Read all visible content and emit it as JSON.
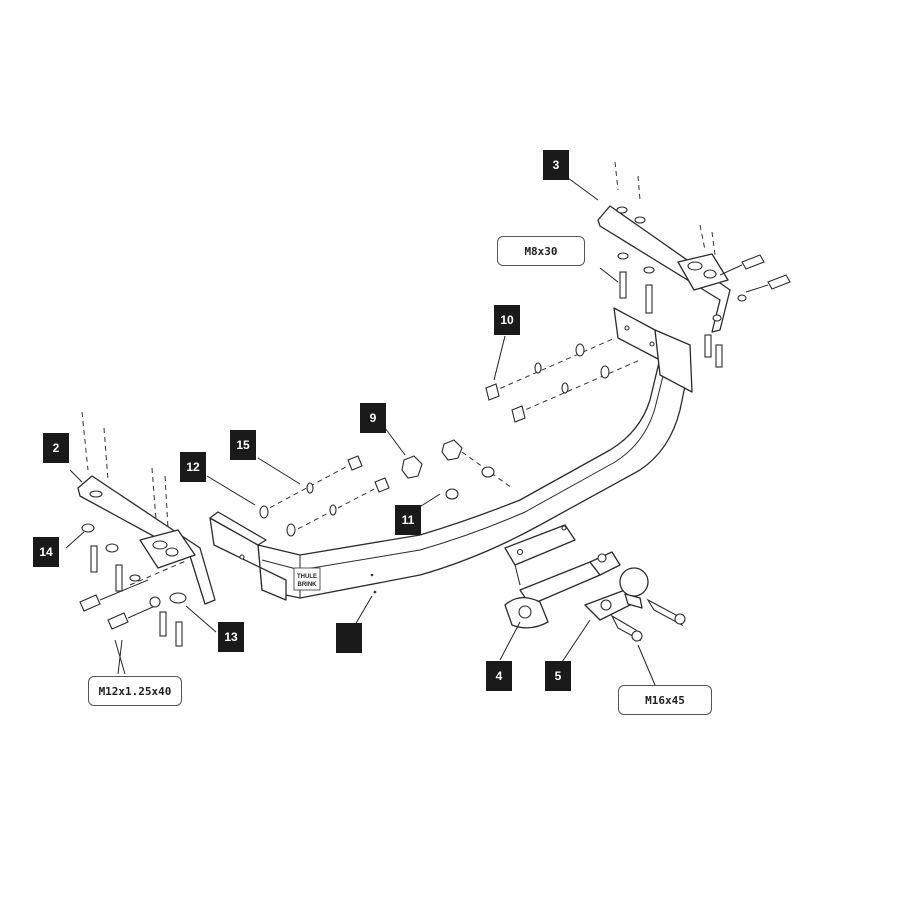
{
  "callouts": [
    {
      "id": "badge-3",
      "label": "3"
    },
    {
      "id": "badge-10",
      "label": "10"
    },
    {
      "id": "badge-9",
      "label": "9"
    },
    {
      "id": "badge-15",
      "label": "15"
    },
    {
      "id": "badge-2",
      "label": "2"
    },
    {
      "id": "badge-12",
      "label": "12"
    },
    {
      "id": "badge-11",
      "label": "11"
    },
    {
      "id": "badge-14",
      "label": "14"
    },
    {
      "id": "badge-13",
      "label": "13"
    },
    {
      "id": "badge-1",
      "label": ""
    },
    {
      "id": "badge-4",
      "label": "4"
    },
    {
      "id": "badge-5",
      "label": "5"
    }
  ],
  "specs": {
    "top_bolt": "M8x30",
    "left_bolt": "M12x1.25x40",
    "ball_bolt": "M16x45"
  },
  "logo_text": "THULE BRINK"
}
